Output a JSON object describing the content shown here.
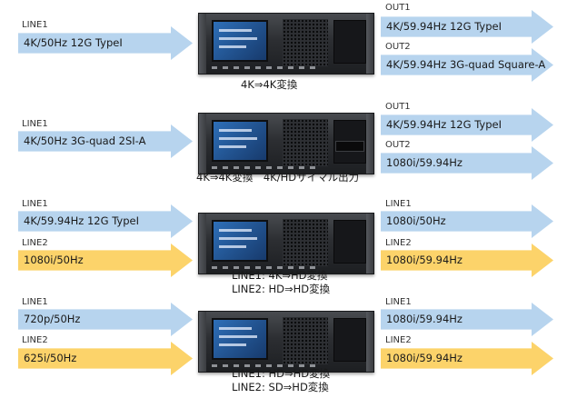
{
  "colors": {
    "blue_arrow": "#b7d4ee",
    "yellow_arrow": "#fcd36a",
    "device_body": "#2c2e32"
  },
  "sec1": {
    "in_label": "LINE1",
    "in_value": "4K/50Hz 12G TypeI",
    "out1_label": "OUT1",
    "out1_value": "4K/59.94Hz 12G TypeI",
    "out2_label": "OUT2",
    "out2_value": "4K/59.94Hz 3G-quad Square-A",
    "caption": "4K⇒4K変換"
  },
  "sec2": {
    "in_label": "LINE1",
    "in_value": "4K/50Hz 3G-quad 2SI-A",
    "out1_label": "OUT1",
    "out1_value": "4K/59.94Hz 12G TypeI",
    "out2_label": "OUT2",
    "out2_value": "1080i/59.94Hz",
    "caption": "4K⇒4K変換　4K/HDサイマル出力"
  },
  "sec3": {
    "in1_label": "LINE1",
    "in1_value": "4K/59.94Hz 12G TypeI",
    "in2_label": "LINE2",
    "in2_value": "1080i/50Hz",
    "out1_label": "LINE1",
    "out1_value": "1080i/50Hz",
    "out2_label": "LINE2",
    "out2_value": "1080i/59.94Hz",
    "caption_line1": "LINE1: 4K⇒HD変換",
    "caption_line2": "LINE2: HD⇒HD変換"
  },
  "sec4": {
    "in1_label": "LINE1",
    "in1_value": "720p/50Hz",
    "in2_label": "LINE2",
    "in2_value": "625i/50Hz",
    "out1_label": "LINE1",
    "out1_value": "1080i/59.94Hz",
    "out2_label": "LINE2",
    "out2_value": "1080i/59.94Hz",
    "caption_line1": "LINE1: HD⇒HD変換",
    "caption_line2": "LINE2: SD⇒HD変換"
  }
}
